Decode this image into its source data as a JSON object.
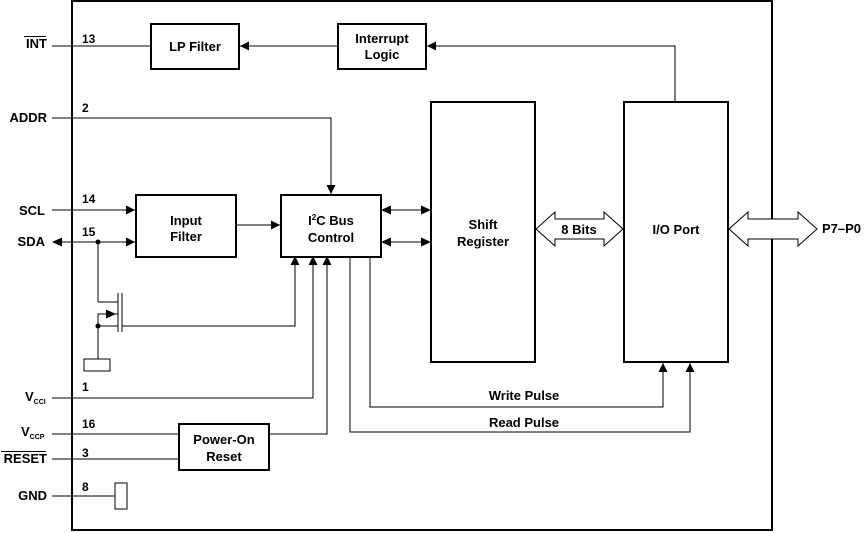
{
  "blocks": {
    "lp_filter": "LP Filter",
    "interrupt_logic_line1": "Interrupt",
    "interrupt_logic_line2": "Logic",
    "input_filter_line1": "Input",
    "input_filter_line2": "Filter",
    "i2c_line1_prefix": "I",
    "i2c_line1_sup": "2",
    "i2c_line1_suffix": "C Bus",
    "i2c_line2": "Control",
    "shift_register_line1": "Shift",
    "shift_register_line2": "Register",
    "io_port": "I/O Port",
    "power_on_reset_line1": "Power-On",
    "power_on_reset_line2": "Reset"
  },
  "signals": {
    "int": {
      "name": "INT",
      "pin": "13"
    },
    "addr": {
      "name": "ADDR",
      "pin": "2"
    },
    "scl": {
      "name": "SCL",
      "pin": "14"
    },
    "sda": {
      "name": "SDA",
      "pin": "15"
    },
    "vcci": {
      "name": "V",
      "sub": "CCI",
      "pin": "1"
    },
    "vccp": {
      "name": "V",
      "sub": "CCP",
      "pin": "16"
    },
    "reset": {
      "name": "RESET",
      "pin": "3"
    },
    "gnd": {
      "name": "GND",
      "pin": "8"
    },
    "port": {
      "name": "P7–P0"
    }
  },
  "buses": {
    "eight_bits": "8 Bits",
    "write_pulse": "Write Pulse",
    "read_pulse": "Read Pulse"
  }
}
